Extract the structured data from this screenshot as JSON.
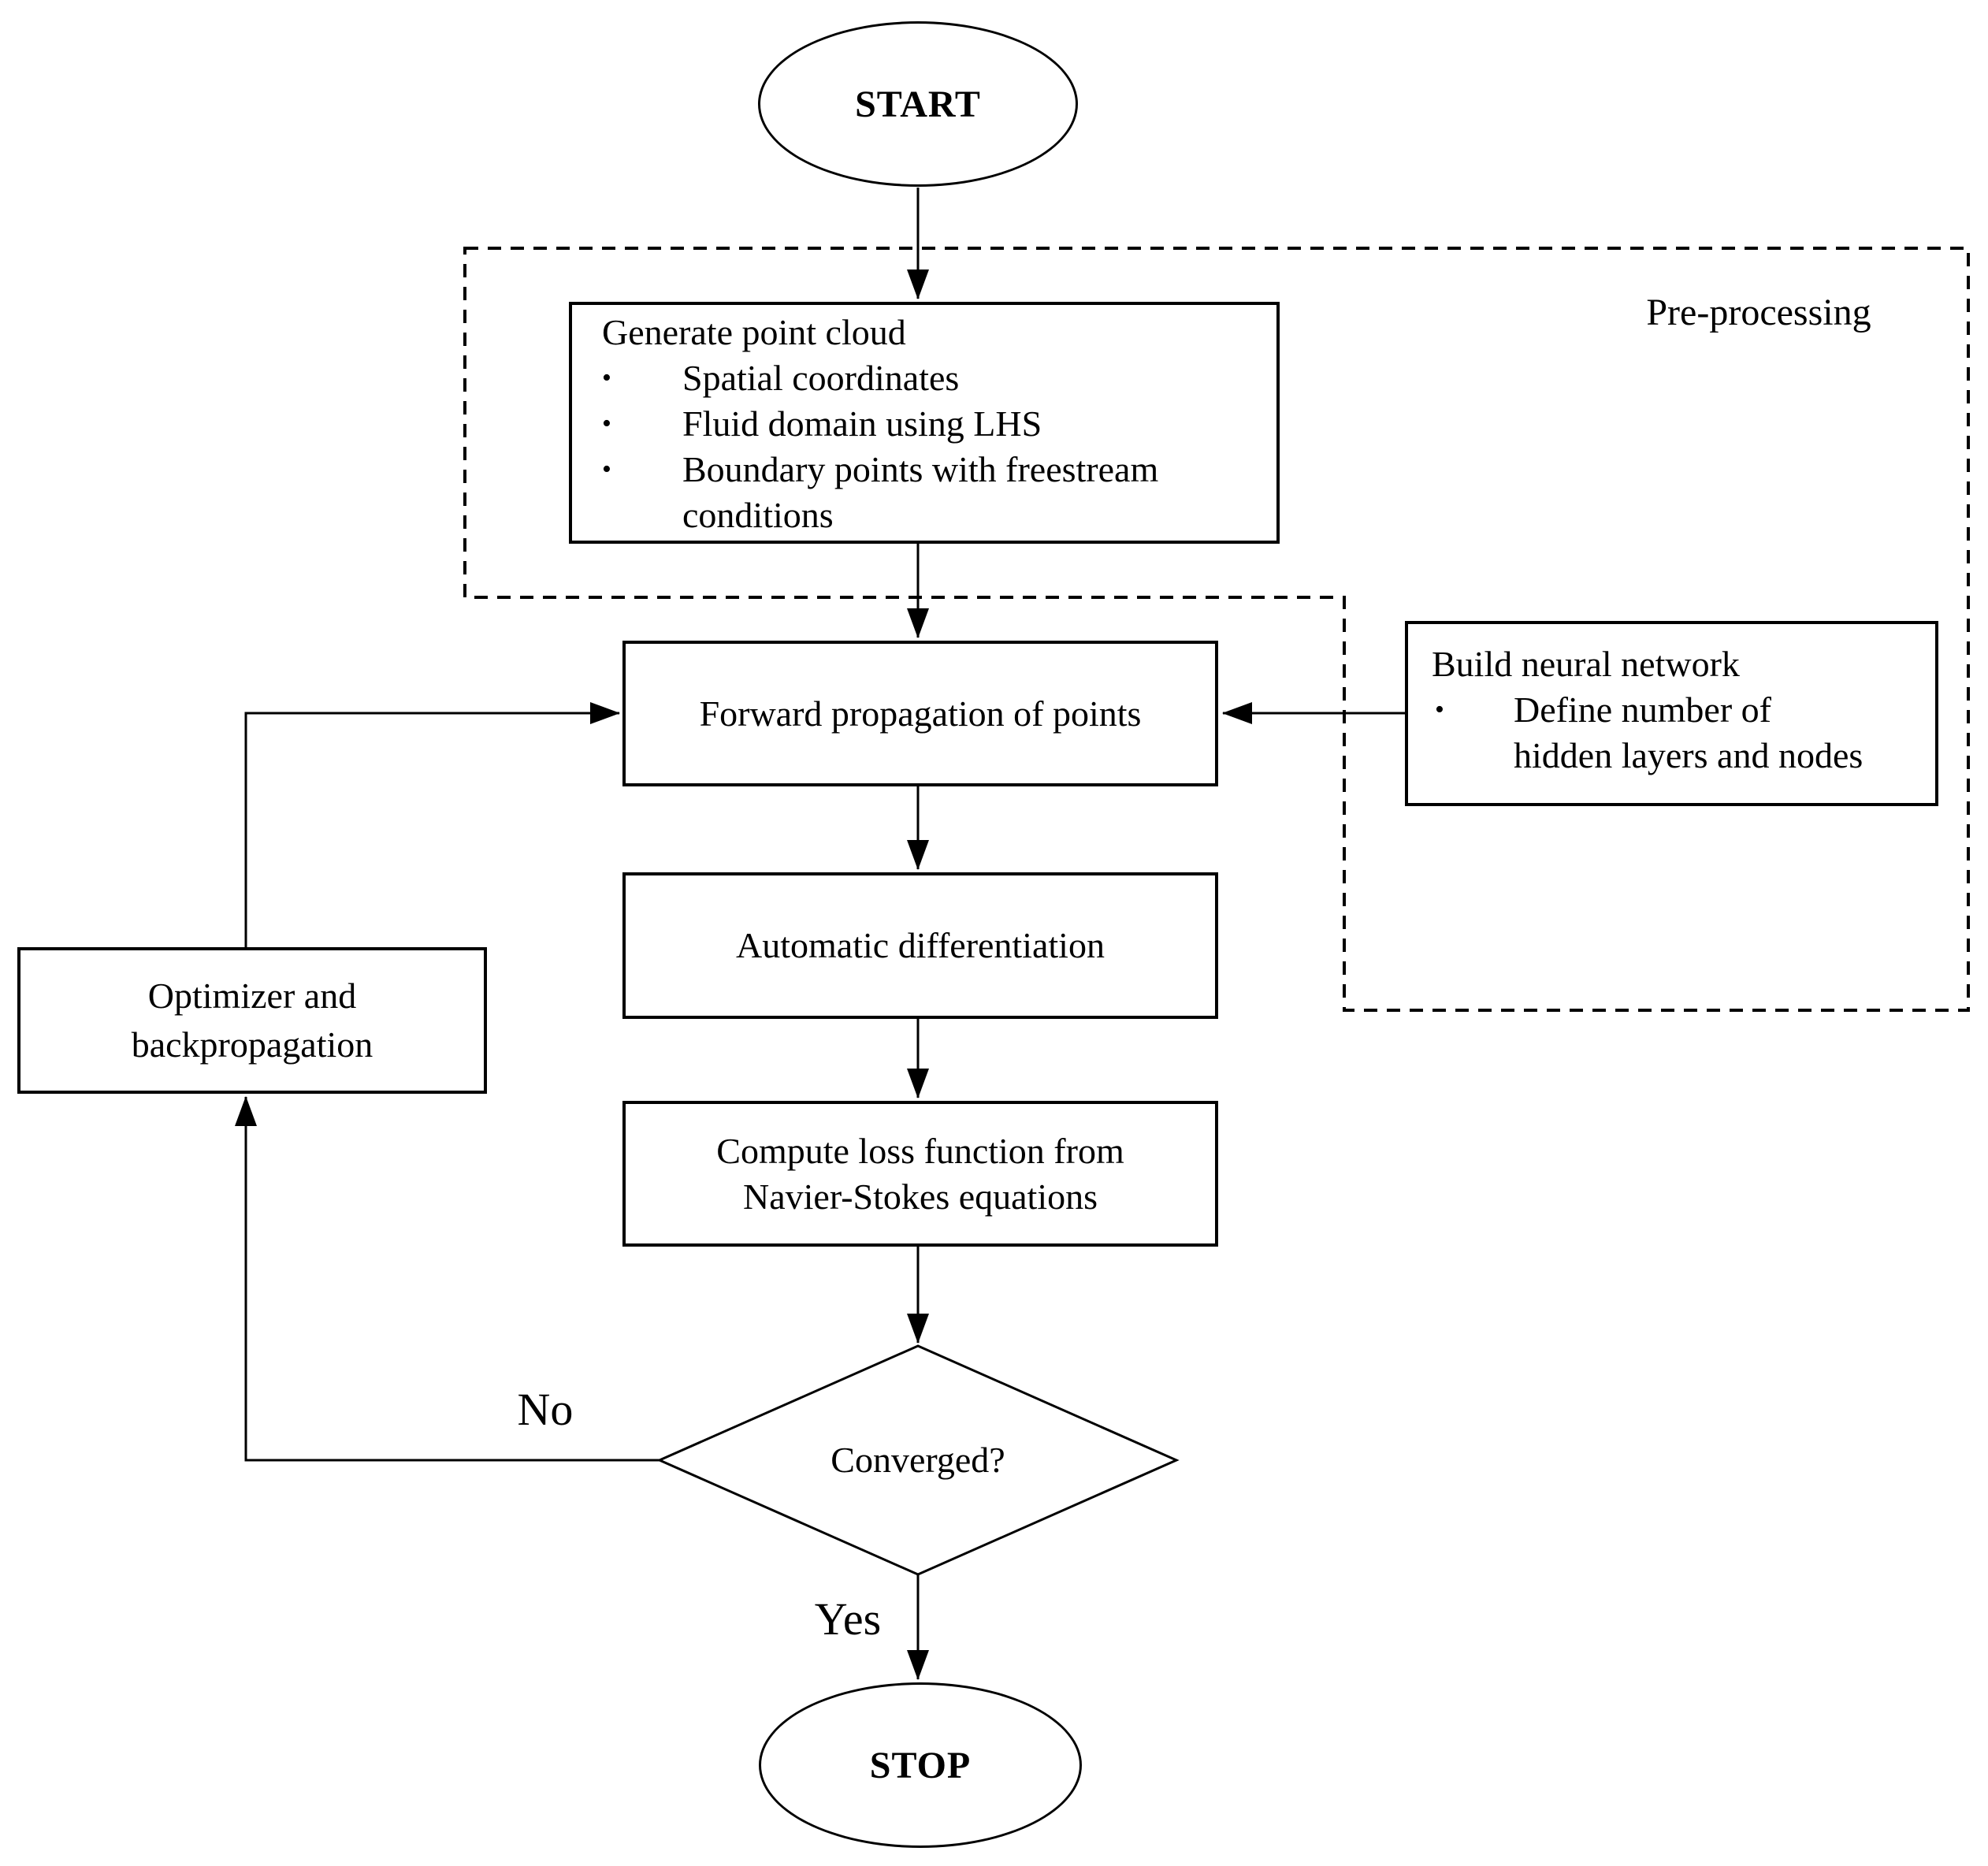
{
  "canvas": {
    "background": "#ffffff",
    "ink": "#000000"
  },
  "flowchart": {
    "region": {
      "label": "Pre-processing"
    },
    "bullet_glyph": "•",
    "nodes": {
      "start": {
        "label": "START"
      },
      "generate_point_cloud": {
        "title": "Generate point cloud",
        "bullets": [
          {
            "lines": [
              "Spatial coordinates"
            ]
          },
          {
            "lines": [
              "Fluid domain using LHS"
            ]
          },
          {
            "lines": [
              "Boundary points with freestream",
              "conditions"
            ]
          }
        ]
      },
      "forward_propagation": {
        "label": "Forward propagation of points"
      },
      "build_neural_network": {
        "title": "Build neural network",
        "bullets": [
          {
            "lines": [
              "Define number of",
              "hidden layers and nodes"
            ]
          }
        ]
      },
      "automatic_differentiation": {
        "label": "Automatic differentiation"
      },
      "compute_loss": {
        "lines": [
          "Compute loss function from",
          "Navier-Stokes equations"
        ]
      },
      "converged": {
        "label": "Converged?"
      },
      "optimizer_backprop": {
        "lines": [
          "Optimizer and",
          "backpropagation"
        ]
      },
      "stop": {
        "label": "STOP"
      }
    },
    "edge_labels": {
      "no": "No",
      "yes": "Yes"
    }
  }
}
